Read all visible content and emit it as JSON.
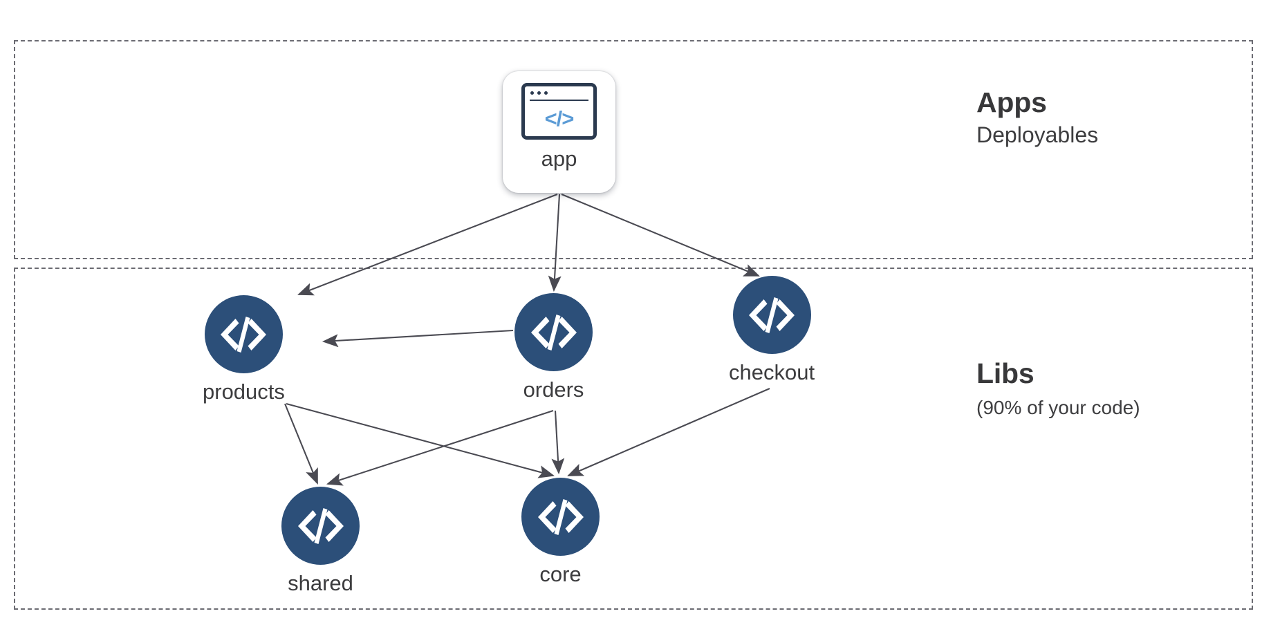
{
  "diagram": {
    "type": "dependency-graph",
    "layers": [
      {
        "id": "apps",
        "title": "Apps",
        "subtitle": "Deployables"
      },
      {
        "id": "libs",
        "title": "Libs",
        "subtitle": "(90% of your code)"
      }
    ],
    "nodes": [
      {
        "id": "app",
        "label": "app",
        "layer": "apps",
        "kind": "app-card",
        "icon": "browser-window-code-icon"
      },
      {
        "id": "products",
        "label": "products",
        "layer": "libs",
        "kind": "lib-circle",
        "icon": "code-brackets-icon"
      },
      {
        "id": "orders",
        "label": "orders",
        "layer": "libs",
        "kind": "lib-circle",
        "icon": "code-brackets-icon"
      },
      {
        "id": "checkout",
        "label": "checkout",
        "layer": "libs",
        "kind": "lib-circle",
        "icon": "code-brackets-icon"
      },
      {
        "id": "shared",
        "label": "shared",
        "layer": "libs",
        "kind": "lib-circle",
        "icon": "code-brackets-icon"
      },
      {
        "id": "core",
        "label": "core",
        "layer": "libs",
        "kind": "lib-circle",
        "icon": "code-brackets-icon"
      }
    ],
    "edges": [
      {
        "from": "app",
        "to": "products"
      },
      {
        "from": "app",
        "to": "orders"
      },
      {
        "from": "app",
        "to": "checkout"
      },
      {
        "from": "orders",
        "to": "products"
      },
      {
        "from": "products",
        "to": "shared"
      },
      {
        "from": "products",
        "to": "core"
      },
      {
        "from": "orders",
        "to": "shared"
      },
      {
        "from": "orders",
        "to": "core"
      },
      {
        "from": "checkout",
        "to": "core"
      }
    ],
    "colors": {
      "lib_node_fill": "#2c4f79",
      "lib_node_glyph": "#ffffff",
      "app_card_bg": "#ffffff",
      "app_icon_frame": "#2b3a4f",
      "app_icon_code": "#5b9bd5",
      "edge_stroke": "#4a4a52",
      "layer_border": "#6b6b72",
      "label_text": "#3c3c3e"
    }
  }
}
